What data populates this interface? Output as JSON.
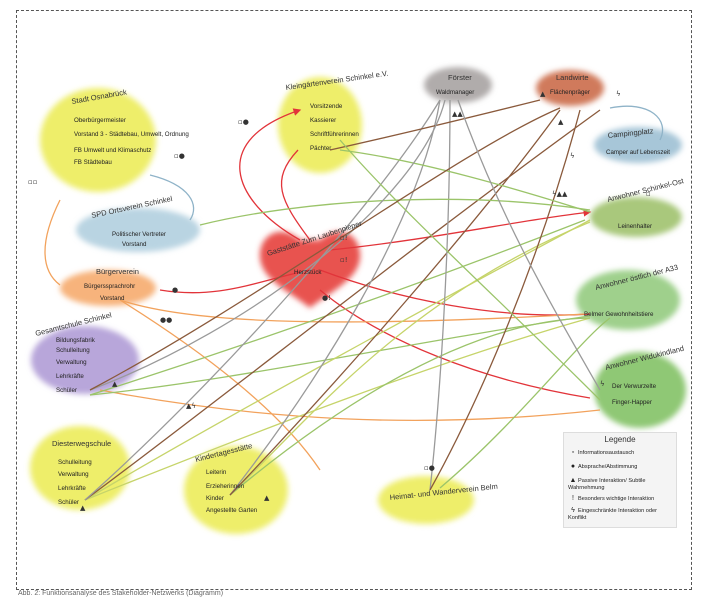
{
  "nodes": {
    "stadt": {
      "title": "Stadt Osnabrück",
      "items": [
        "Oberbürgermeister",
        "Vorstand 3 - Städtebau, Umwelt, Ordnung",
        "FB Umwelt und Klimaschutz",
        "FB Städtebau"
      ]
    },
    "spd": {
      "title": "SPD Ortsverein Schinkel",
      "items": [
        "Politischer Vertreter",
        "Vorstand"
      ]
    },
    "buergerverein": {
      "title": "Bürgerverein",
      "items": [
        "Bürgerssprachrohr",
        "Vorstand"
      ]
    },
    "gesamtschule": {
      "title": "Gesamtschule Schinkel",
      "items": [
        "Bildungsfabrik",
        "Schulleitung",
        "Verwaltung",
        "Lehrkräfte",
        "Schüler"
      ]
    },
    "gaststaette": {
      "title": "Gaststätte Zum Laubenpieper",
      "items": [
        "Herzstück"
      ]
    },
    "kleingarten": {
      "title": "Kleingärtenverein Schinkel e.V.",
      "items": [
        "Vorsitzende",
        "Kassierer",
        "Schriftführerinnen",
        "Pächter"
      ]
    },
    "foerster": {
      "title": "Förster",
      "items": [
        "Waldmanager"
      ]
    },
    "landwirte": {
      "title": "Landwirte",
      "items": [
        "Flächenpräger"
      ]
    },
    "camping": {
      "title": "Campingplatz",
      "items": [
        "Camper auf Lebenszeit"
      ]
    },
    "anwohner_ost": {
      "title": "Anwohner Schinkel-Ost",
      "items": [
        "Leinenhalter"
      ]
    },
    "anwohner_a33": {
      "title": "Anwohner östlich der A33",
      "items": [
        "Belmer Gewohnheitstiere"
      ]
    },
    "anwohner_widu": {
      "title": "Anwohner Widukindland",
      "items": [
        "Der Verwurzelte",
        "Finger-Happer"
      ]
    },
    "diesterweg": {
      "title": "Diesterwegschule",
      "items": [
        "Schulleitung",
        "Verwaltung",
        "Lehrkräfte",
        "Schüler"
      ]
    },
    "kita": {
      "title": "Kindertagesstätte",
      "items": [
        "Leiterin",
        "Erzieherinnen",
        "Kinder",
        "Angestellte Garten"
      ]
    },
    "wanderverein": {
      "title": "Heimat- und Wanderverein Belm",
      "items": []
    }
  },
  "legend": {
    "title": "Legende",
    "entries": [
      {
        "symbol": "▫",
        "label": "Informationsaustausch"
      },
      {
        "symbol": "●",
        "label": "Absprache/Abstimmung"
      },
      {
        "symbol": "▲",
        "label": "Passive Interaktion/ Subtile Wahrnehmung"
      },
      {
        "symbol": "!",
        "label": "Besonders wichtige Interaktion"
      },
      {
        "symbol": "ϟ",
        "label": "Eingeschränkte Interaktion oder Konflikt"
      }
    ]
  },
  "caption": "Abb. 2: Funktionsanalyse des Stakeholder-Netzwerks (Diagramm)",
  "colors": {
    "red": "#e2343a",
    "orange": "#f2a25c",
    "brown": "#8a5a3c",
    "green": "#9bc46a",
    "yellow": "#e9e85a",
    "gray": "#9a9a9a",
    "blue": "#8fb3c8"
  }
}
